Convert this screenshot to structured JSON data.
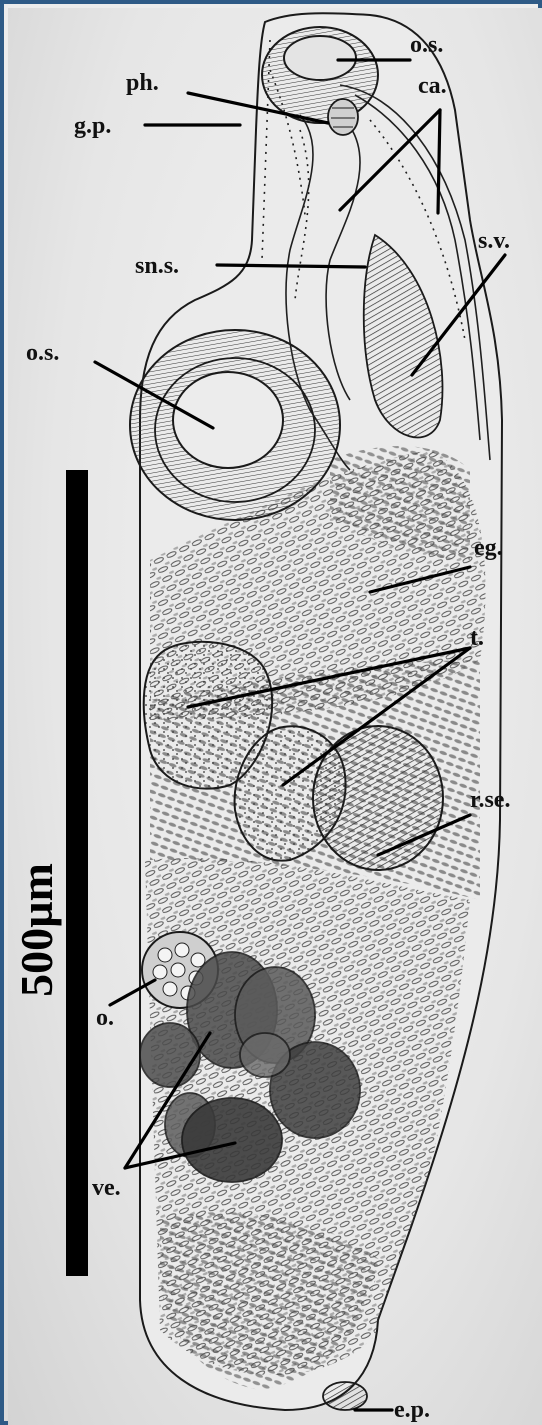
{
  "labels": {
    "os_top": "o.s.",
    "ph": "ph.",
    "ca": "ca.",
    "gp": "g.p.",
    "sns": "sn.s.",
    "sv": "s.v.",
    "os_mid": "o.s.",
    "eg": "eg.",
    "t": "t.",
    "rse": "r.se.",
    "o": "o.",
    "ve": "ve.",
    "ep": "e.p."
  },
  "scale_bar": {
    "label": "500µm",
    "length_um": 500
  },
  "colors": {
    "frame": "#2e5a86",
    "ink": "#1a1a1a",
    "background": "#e8e8e8"
  }
}
